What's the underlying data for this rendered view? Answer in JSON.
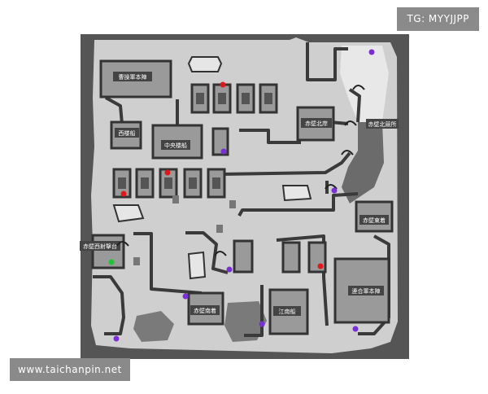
{
  "watermarks": {
    "top_right": "TG: MYYJJPP",
    "bottom_left": "www.taichanpin.net"
  },
  "map": {
    "rooms": [
      {
        "label": "曹操軍本陣"
      },
      {
        "label": "西楼船"
      },
      {
        "label": "中央楼船"
      },
      {
        "label": "赤壁北岸"
      },
      {
        "label": "赤壁北競所"
      },
      {
        "label": "赤壁東着"
      },
      {
        "label": "赤壁西射撃台"
      },
      {
        "label": "赤壁南着"
      },
      {
        "label": "江南船"
      },
      {
        "label": "連合軍本陣"
      }
    ],
    "marker_colors": {
      "red": "#e0181c",
      "purple": "#7a2fd6",
      "green": "#22c23a"
    },
    "marker_counts": {
      "red": 4,
      "purple": 8,
      "green": 1
    }
  }
}
